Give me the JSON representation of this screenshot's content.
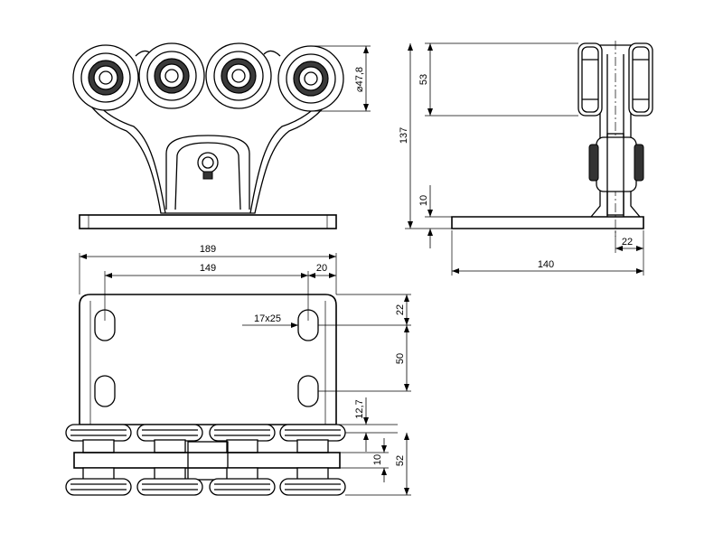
{
  "dimensions": {
    "roller_diameter": "⌀47,8",
    "side_roller_height": "53",
    "side_total_height": "137",
    "side_plate_thickness": "10",
    "side_offset": "22",
    "side_depth": "140",
    "overall_length": "189",
    "hole_spacing": "149",
    "hole_edge": "20",
    "slot_size": "17x25",
    "slot_top_offset": "22",
    "slot_vertical_spacing": "50",
    "plate_to_roller": "12,7",
    "bottom_gap": "10",
    "bottom_height": "52"
  }
}
